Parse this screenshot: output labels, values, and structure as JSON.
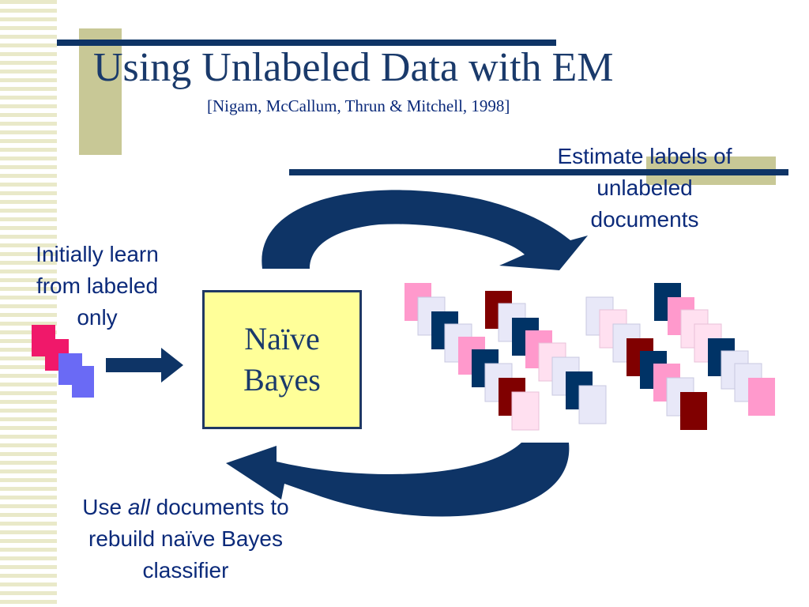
{
  "slide": {
    "title": "Using Unlabeled Data with EM",
    "citation": "[Nigam, McCallum, Thrun & Mitchell, 1998]"
  },
  "diagram": {
    "estimate_label": "Estimate labels of  unlabeled documents",
    "initial_label": "Initially learn from labeled only",
    "classifier_line1": "Naïve",
    "classifier_line2": "Bayes",
    "rebuild_label_prefix": "Use ",
    "rebuild_label_emphasis": "all",
    "rebuild_label_suffix": " documents to rebuild naïve Bayes classifier"
  },
  "colors": {
    "title": "#1a3a6b",
    "arrow": "#0e3466",
    "box_fill": "#ffff99",
    "accent_khaki": "#c8c896",
    "doc_hot_pink": "#f0186a",
    "doc_periwinkle": "#6a6af5",
    "doc_light_pink": "#ff99cc",
    "doc_navy": "#003366",
    "doc_maroon": "#800000",
    "doc_pale_lavender": "#e8e8f8",
    "doc_blush": "#ffe0f0"
  }
}
